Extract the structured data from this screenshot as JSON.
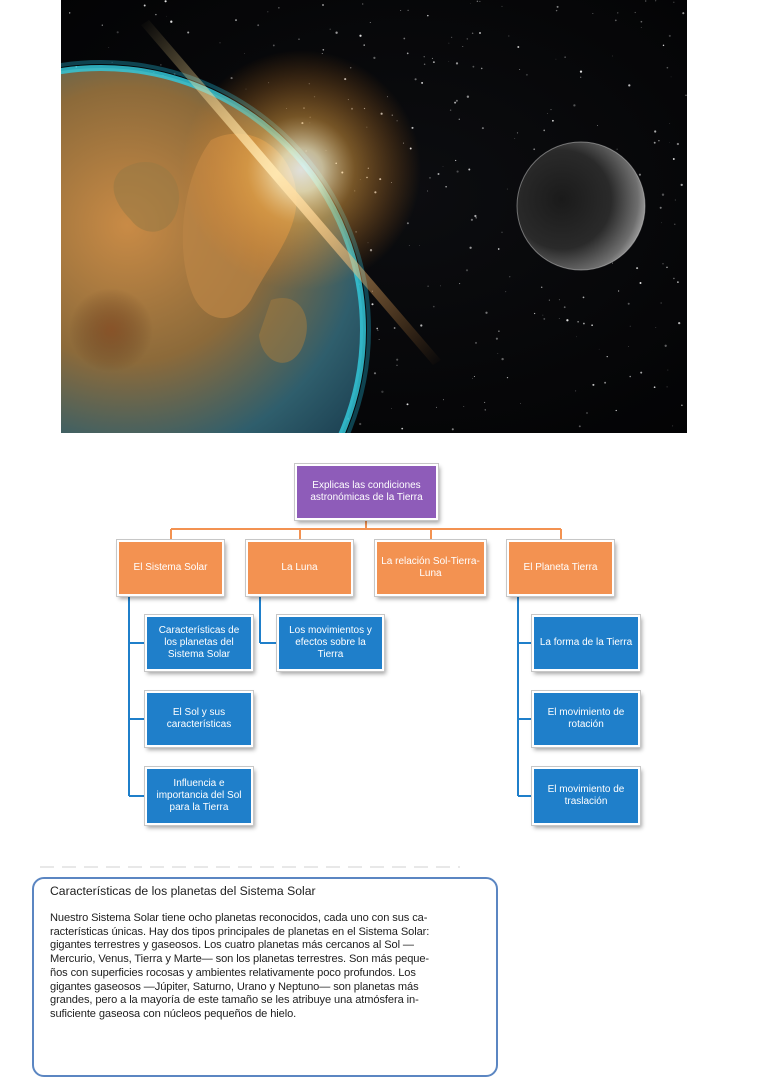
{
  "photo": {
    "icon": "earth-sun-moon-space-photo",
    "colors": {
      "space": "#050608",
      "ocean": "#1d5a78",
      "land": "#b07a3c",
      "atmosphere": "#2fc6d6",
      "sunlight": "#ffd27a",
      "moon": "#8c8c8c"
    }
  },
  "concept_map": {
    "root": {
      "label": "Explicas las condiciones astronómicas de la Tierra",
      "color": "#8e5cb9"
    },
    "topics": [
      {
        "label": "El Sistema Solar",
        "children": [
          "Características de los planetas  del Sistema Solar",
          "El Sol  y sus características",
          "Influencia e importancia del Sol para la Tierra"
        ]
      },
      {
        "label": "La Luna",
        "children": [
          "Los movimientos y efectos  sobre la Tierra"
        ]
      },
      {
        "label": "La relación Sol-Tierra-Luna",
        "children": []
      },
      {
        "label": "El Planeta Tierra",
        "children": [
          "La forma de la Tierra",
          "El movimiento de rotación",
          "El movimiento de traslación"
        ]
      }
    ],
    "colors": {
      "topic": "#f39251",
      "subtopic": "#1f7fca",
      "topic_connector": "#f39251",
      "subtopic_connector": "#1f7fca"
    }
  },
  "text_card": {
    "title": "Características de los planetas del Sistema Solar",
    "lines": [
      "Nuestro Sistema Solar tiene ocho planetas reconocidos, cada uno con sus ca-",
      "racterísticas únicas. Hay dos tipos principales de planetas en el Sistema Solar:",
      "gigantes terrestres y gaseosos. Los cuatro planetas más cercanos al Sol —",
      "Mercurio, Venus, Tierra y Marte— son los planetas terrestres. Son más peque-",
      "ños con superficies rocosas y ambientes relativamente poco profundos. Los",
      "gigantes gaseosos —Júpiter, Saturno, Urano y Neptuno— son planetas más",
      "grandes, pero a la mayoría de este tamaño se les atribuye una atmósfera in-",
      "suficiente gaseosa con núcleos pequeños de hielo."
    ],
    "border_color": "#5b86c2"
  }
}
